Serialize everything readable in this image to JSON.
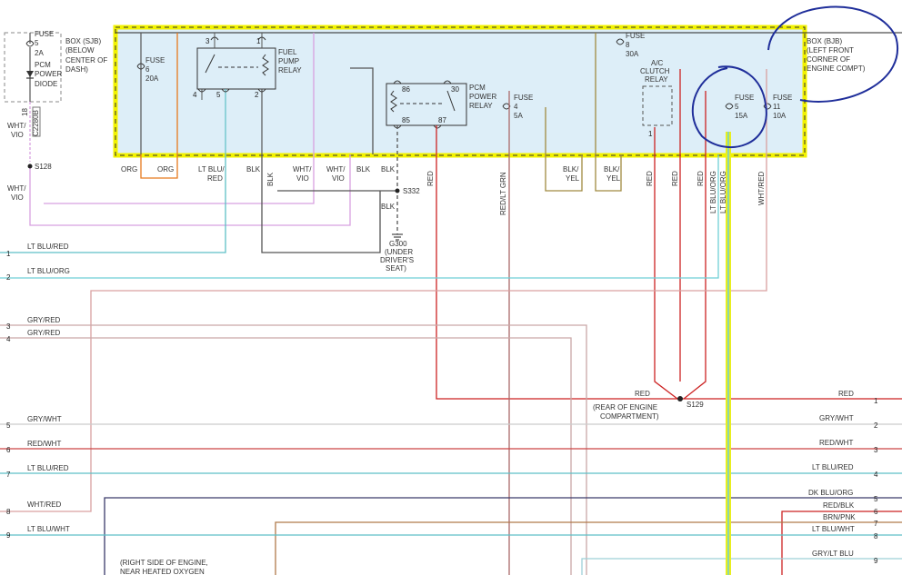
{
  "colors": {
    "bjb_fill": "#ddeef8",
    "bjb_border": "#f2f200",
    "wire_red": "#cc2222",
    "wire_orange": "#e67a1e",
    "wire_ltblu": "#5dbfc6",
    "wire_ltblu_org": "#6fcfd6",
    "wire_gry": "#c9a8a8",
    "wire_pink": "#d9a0a0",
    "wire_vio": "#d8a0e0",
    "wire_blk": "#555555",
    "wire_yel": "#a08a40",
    "wire_dkblu": "#3a3a6a",
    "wire_brn": "#b07a4a",
    "highlight": "#e8ee20",
    "annotation": "#1f2e9a"
  },
  "sjb": {
    "fuse_label": "FUSE",
    "fuse_num": "5",
    "fuse_amp": "2A",
    "diode_l1": "PCM",
    "diode_l2": "POWER",
    "diode_l3": "DIODE",
    "box_l1": "BOX (SJB)",
    "box_l2": "(BELOW",
    "box_l3": "CENTER OF",
    "box_l4": "DASH)",
    "conn_pin": "18",
    "conn_id": "C2280B"
  },
  "bjb": {
    "box_l1": "BOX (BJB)",
    "box_l2": "(LEFT FRONT",
    "box_l3": "CORNER OF",
    "box_l4": "ENGINE COMPT)",
    "fuse6": {
      "l1": "FUSE",
      "l2": "6",
      "l3": "20A"
    },
    "fuse8": {
      "l1": "FUSE",
      "l2": "8",
      "l3": "30A"
    },
    "fuse4": {
      "l1": "FUSE",
      "l2": "4",
      "l3": "5A"
    },
    "fuse5": {
      "l1": "FUSE",
      "l2": "5",
      "l3": "15A"
    },
    "fuse11": {
      "l1": "FUSE",
      "l2": "11",
      "l3": "10A"
    },
    "fuel_relay": {
      "l1": "FUEL",
      "l2": "PUMP",
      "l3": "RELAY",
      "p3": "3",
      "p1": "1",
      "p4": "4",
      "p5": "5",
      "p2": "2"
    },
    "pcm_relay": {
      "l1": "PCM",
      "l2": "POWER",
      "l3": "RELAY",
      "p86": "86",
      "p30": "30",
      "p85": "85",
      "p87": "87"
    },
    "ac_relay": {
      "l1": "A/C",
      "l2": "CLUTCH",
      "l3": "RELAY",
      "p1": "1"
    }
  },
  "wire_labels": {
    "wht_vio_a1": "WHT/",
    "wht_vio_a2": "VIO",
    "wht_vio_b1": "WHT/",
    "wht_vio_b2": "VIO",
    "s128": "S128",
    "org1": "ORG",
    "org2": "ORG",
    "ltblu_red_1": "LT BLU/",
    "ltblu_red_2": "RED",
    "blk1": "BLK",
    "wht_vio_c1": "WHT/",
    "wht_vio_c2": "VIO",
    "wht_vio_d1": "WHT/",
    "wht_vio_d2": "VIO",
    "blk2": "BLK",
    "blk3": "BLK",
    "blk_vert": "BLK",
    "s332": "S332",
    "blk4": "BLK",
    "g300_l1": "G300",
    "g300_l2": "(UNDER",
    "g300_l3": "DRIVER'S",
    "g300_l4": "SEAT)",
    "red_vert": "RED",
    "red_ltgrn": "RED/LT GRN",
    "blk_yel_a1": "BLK/",
    "blk_yel_a2": "YEL",
    "blk_yel_b1": "BLK/",
    "blk_yel_b2": "YEL",
    "red_a": "RED",
    "red_b": "RED",
    "red_c": "RED",
    "ltblu_org_a": "LT BLU/ORG",
    "ltblu_org_b": "LT BLU/ORG",
    "wht_red_v": "WHT/RED",
    "red_s129": "RED",
    "s129": "S129",
    "rear_l1": "(REAR OF ENGINE",
    "rear_l2": "COMPARTMENT)",
    "right_side_l1": "(RIGHT SIDE OF ENGINE,",
    "right_side_l2": "NEAR HEATED OXYGEN"
  },
  "left_pins": [
    {
      "num": "1",
      "label": "LT BLU/RED"
    },
    {
      "num": "2",
      "label": "LT BLU/ORG"
    },
    {
      "num": "3",
      "label": "GRY/RED"
    },
    {
      "num": "4",
      "label": "GRY/RED"
    },
    {
      "num": "5",
      "label": "GRY/WHT"
    },
    {
      "num": "6",
      "label": "RED/WHT"
    },
    {
      "num": "7",
      "label": "LT BLU/RED"
    },
    {
      "num": "8",
      "label": "WHT/RED"
    },
    {
      "num": "9",
      "label": "LT BLU/WHT"
    }
  ],
  "right_pins": [
    {
      "num": "1",
      "label": "RED"
    },
    {
      "num": "2",
      "label": "GRY/WHT"
    },
    {
      "num": "3",
      "label": "RED/WHT"
    },
    {
      "num": "4",
      "label": "LT BLU/RED"
    },
    {
      "num": "5",
      "label": "DK BLU/ORG"
    },
    {
      "num": "6",
      "label": "RED/BLK"
    },
    {
      "num": "7",
      "label": "BRN/PNK"
    },
    {
      "num": "8",
      "label": "LT BLU/WHT"
    },
    {
      "num": "9",
      "label": "GRY/LT BLU"
    }
  ]
}
